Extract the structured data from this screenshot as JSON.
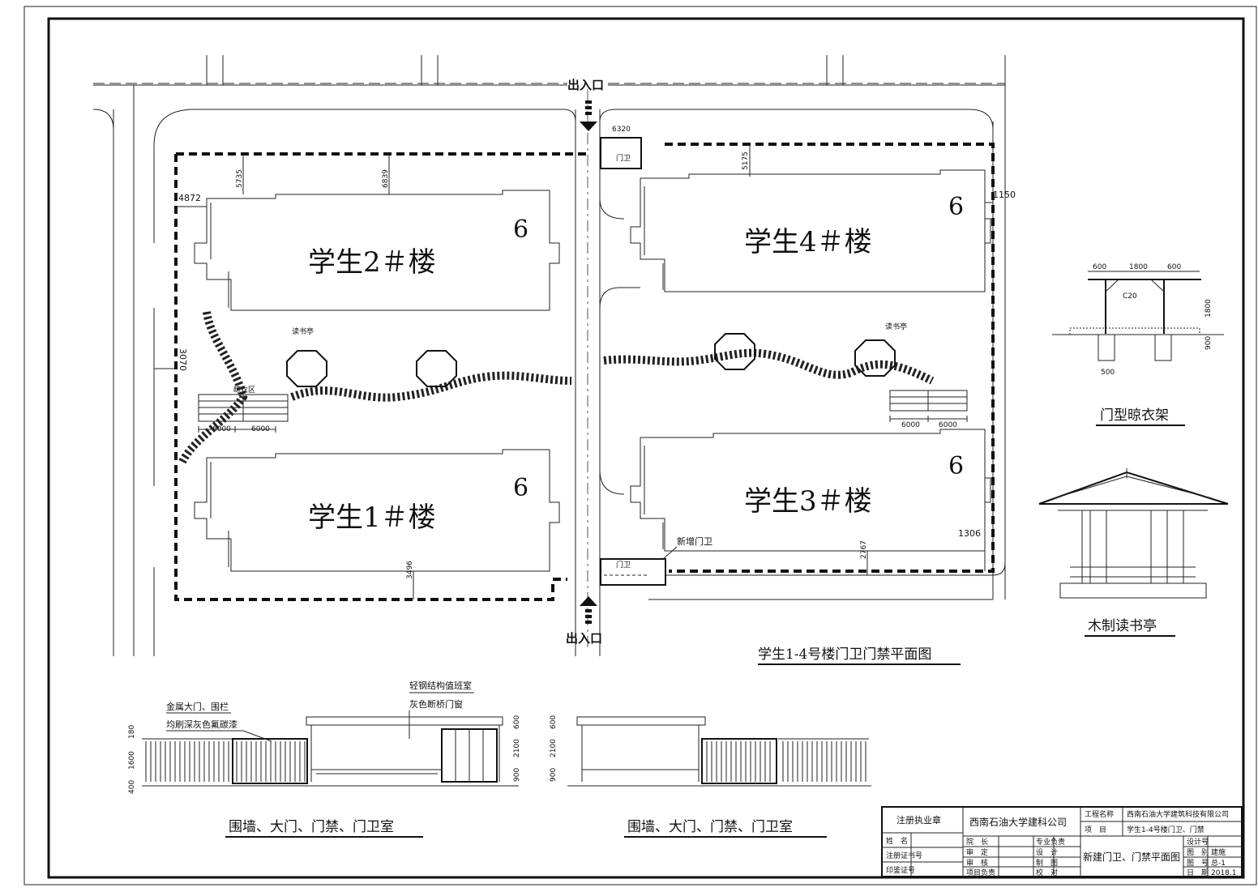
{
  "drawing": {
    "entrance_top": "出入口",
    "entrance_bottom": "出入口",
    "plan_title": "学生1-4号楼门卫门禁平面图",
    "buildings": [
      {
        "label": "学生2＃楼",
        "floors": "6"
      },
      {
        "label": "学生4＃楼",
        "floors": "6"
      },
      {
        "label": "学生1＃楼",
        "floors": "6"
      },
      {
        "label": "学生3＃楼",
        "floors": "6"
      }
    ],
    "dimensions": {
      "d5735": "5735",
      "d6839": "6839",
      "d4872": "4872",
      "d3070": "3070",
      "d5175": "5175",
      "d1150": "1150",
      "d3496": "3496",
      "d2767": "2767",
      "d1306": "1306",
      "d6000a": "6000",
      "d6000b": "6000",
      "d6000c": "6000",
      "d6000d": "6000",
      "d6320": "6320"
    },
    "labels": {
      "guard_top": "门卫",
      "guard_new": "新增门卫",
      "reading_pavilion": "读书亭",
      "drying_rack": "晾衣区",
      "guard_bottom": "门卫"
    },
    "details": {
      "rack_title": "门型晾衣架",
      "rack_dims": [
        "600",
        "1800",
        "600"
      ],
      "rack_height": "1800",
      "rack_base": "900",
      "rack_foot": "500",
      "rack_note": "C20",
      "pavilion_title": "木制读书亭"
    },
    "elevation": {
      "note1": "金属大门、围栏",
      "note2": "均刷深灰色氟碳漆",
      "note3": "轻钢结构值班室",
      "note4": "灰色断桥门窗",
      "title_left": "围墙、大门、门禁、门卫室",
      "title_right": "围墙、大门、门禁、门卫室",
      "dims_left": [
        "180",
        "1600",
        "400"
      ],
      "dims_right": [
        "600",
        "2100",
        "900"
      ],
      "dims_right2": [
        "600",
        "2100",
        "900"
      ]
    },
    "title_block": {
      "stamp": "注册执业章",
      "company": "西南石油大学建科公司",
      "project_label": "工程名称",
      "project_value": "西南石油大学建筑科技有限公司",
      "item_label": "项　目",
      "item_value": "学生1-4号楼门卫、门禁",
      "drawing_name": "新建门卫、门禁平面图",
      "row_labels": [
        "姓　名",
        "注册证书号",
        "印鉴证号"
      ],
      "sign_rows": [
        "院　长",
        "审　定",
        "审　核",
        "项目负责"
      ],
      "sign_rows2": [
        "专业负责",
        "设　计",
        "制　图",
        "校　对"
      ],
      "right_rows": [
        "设计号",
        "图　别",
        "图　号",
        "日　期"
      ],
      "right_vals": [
        "",
        "建施",
        "总-1",
        "2018.1"
      ]
    }
  }
}
